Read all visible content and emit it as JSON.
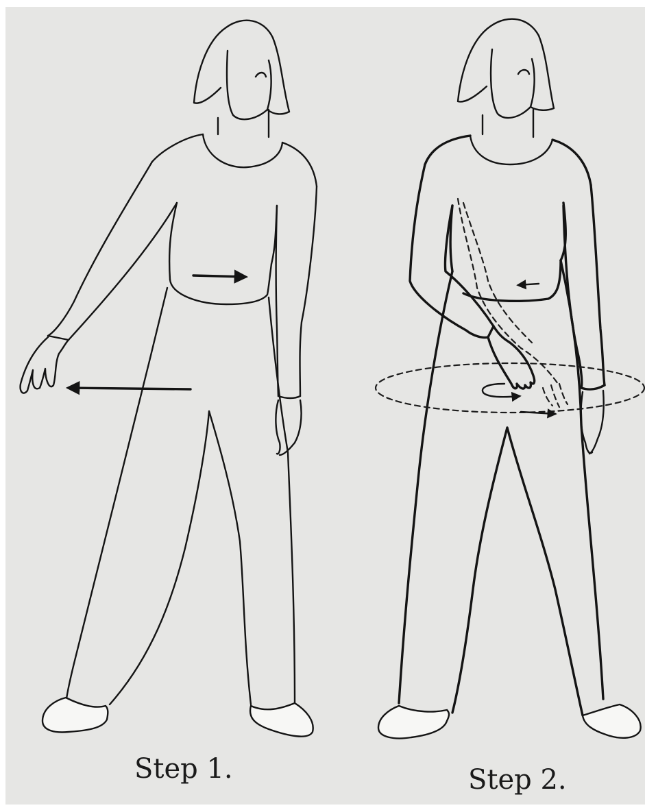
{
  "figure": {
    "steps": [
      {
        "caption": "Step 1.",
        "figure_icon": "standing-woman-arm-swing-icon",
        "arrows": [
          "waist-turn-right-arrow",
          "arm-swing-left-arrow"
        ]
      },
      {
        "caption": "Step 2.",
        "figure_icon": "standing-woman-hand-circle-icon",
        "arrows": [
          "waist-turn-left-arrow",
          "hand-circle-arrow",
          "orbit-arrow"
        ]
      }
    ],
    "colors": {
      "paper": "#e6e6e4",
      "ink": "#141414",
      "frame": "#ffffff"
    }
  }
}
